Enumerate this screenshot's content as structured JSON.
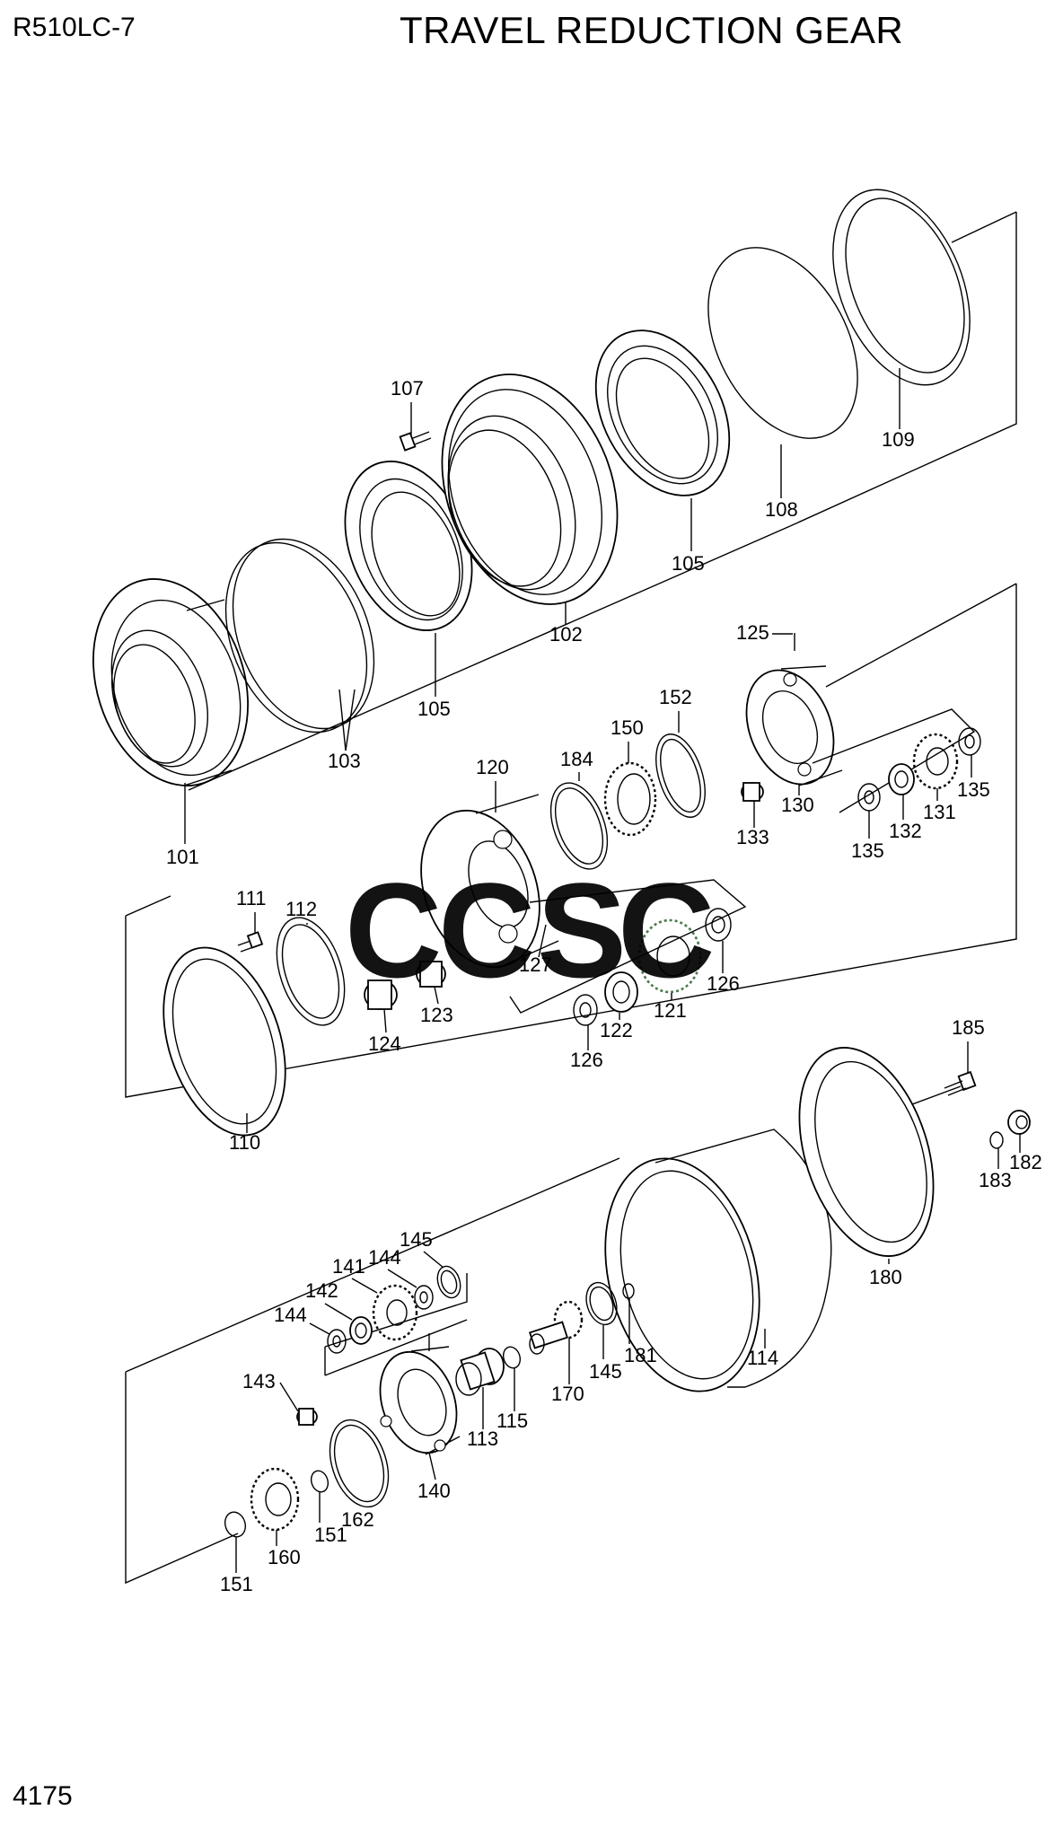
{
  "header": {
    "model": "R510LC-7",
    "title": "TRAVEL REDUCTION GEAR"
  },
  "footer": {
    "page": "4175"
  },
  "watermark": {
    "letters": [
      "C",
      "C",
      "S",
      "C"
    ],
    "colors": [
      "#4f8ef2",
      "#ef6b67",
      "#f6c945",
      "#4fbf7a"
    ]
  },
  "callouts": [
    "101",
    "102",
    "103",
    "105",
    "105",
    "107",
    "108",
    "109",
    "110",
    "111",
    "112",
    "113",
    "114",
    "115",
    "120",
    "121",
    "122",
    "123",
    "124",
    "125",
    "126",
    "126",
    "127",
    "130",
    "131",
    "132",
    "133",
    "135",
    "135",
    "140",
    "141",
    "142",
    "143",
    "144",
    "144",
    "145",
    "145",
    "150",
    "151",
    "151",
    "152",
    "160",
    "162",
    "170",
    "180",
    "181",
    "182",
    "183",
    "184",
    "185"
  ]
}
